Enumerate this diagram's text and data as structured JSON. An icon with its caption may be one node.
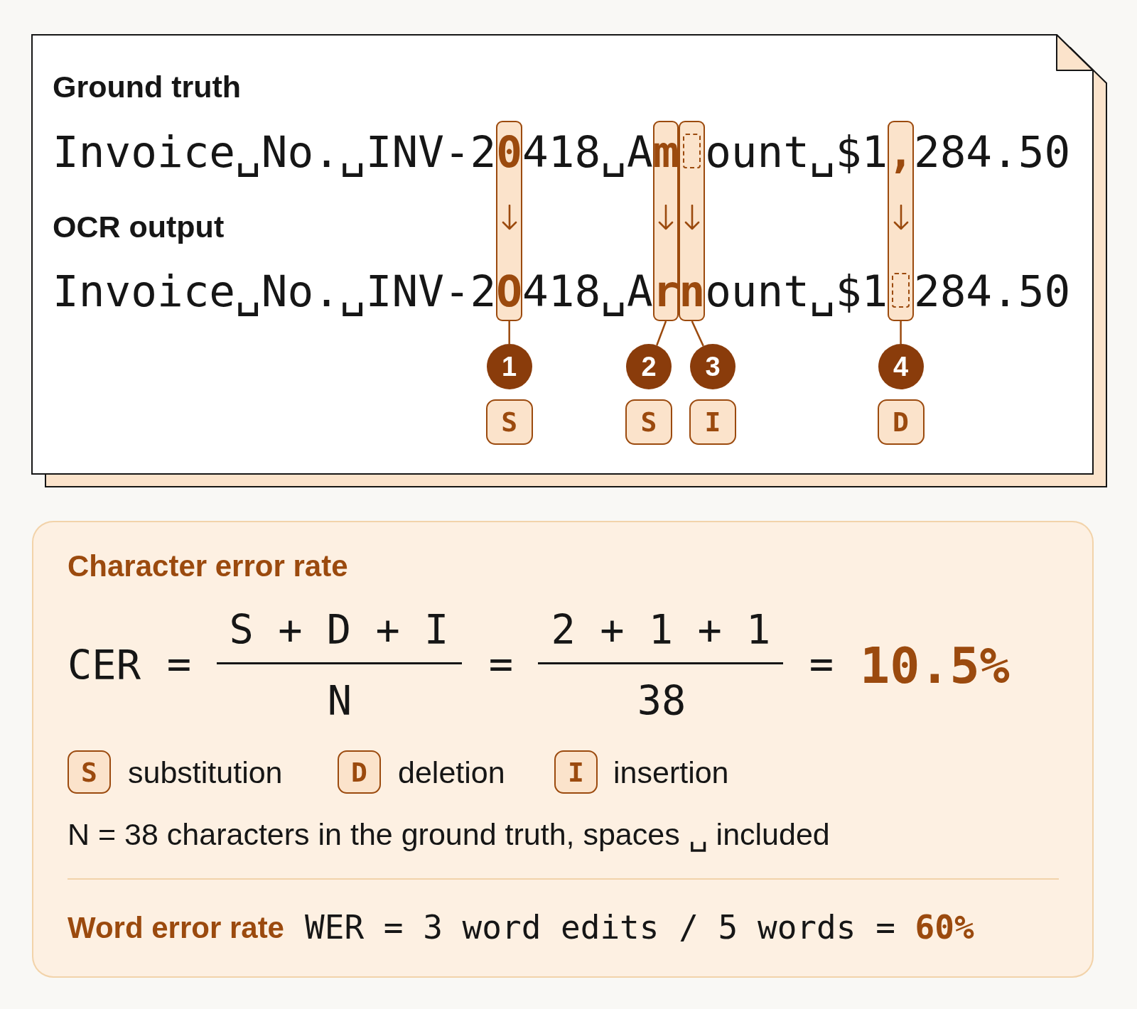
{
  "diagram": {
    "nodes": [
      {
        "text": [
          "Ground truth",
          "Invoice␣No.␣INV-2",
          "418␣A",
          "ount␣$1",
          "284.50",
          "OCR output",
          "Invoice␣No.␣INV-2",
          "418␣A",
          "ount␣$1",
          "284.50"
        ]
      },
      {
        "text": [
          "0",
          "O"
        ],
        "in": 0
      },
      {
        "text": [
          "m",
          "r"
        ],
        "in": 0
      },
      {
        "text": [
          "n"
        ],
        "in": 0
      },
      {
        "text": [
          ","
        ],
        "in": 0
      },
      {
        "text": [
          "1"
        ],
        "in": 0
      },
      {
        "text": [
          "2"
        ],
        "in": 0
      },
      {
        "text": [
          "3"
        ],
        "in": 0
      },
      {
        "text": [
          "4"
        ],
        "in": 0
      },
      {
        "text": [
          "S"
        ],
        "in": 0
      },
      {
        "text": [
          "S"
        ],
        "in": 0
      },
      {
        "text": [
          "I"
        ],
        "in": 0
      },
      {
        "text": [
          "D"
        ],
        "in": 0
      },
      {
        "text": [
          "Character error rate",
          "CER",
          "=",
          "S + D + I",
          "N",
          "=",
          "2 + 1 + 1",
          "38",
          "=",
          "10.5%",
          "N = 38 characters in the ground truth, spaces ␣ included",
          "Word error rate",
          "WER = 3 word edits / 5 words = **60%**"
        ]
      },
      {
        "text": [
          "S"
        ],
        "beside": [
          "substitution"
        ],
        "in": 13
      },
      {
        "text": [
          "D"
        ],
        "beside": [
          "deletion"
        ],
        "in": 13
      },
      {
        "text": [
          "I"
        ],
        "beside": [
          "insertion"
        ],
        "in": 13
      }
    ],
    "edges": [
      {
        "from": 5,
        "to": 1,
        "arrow": "none"
      },
      {
        "from": 6,
        "to": 2,
        "arrow": "none"
      },
      {
        "from": 7,
        "to": 3,
        "arrow": "none"
      },
      {
        "from": 8,
        "to": 4,
        "arrow": "none"
      }
    ]
  }
}
